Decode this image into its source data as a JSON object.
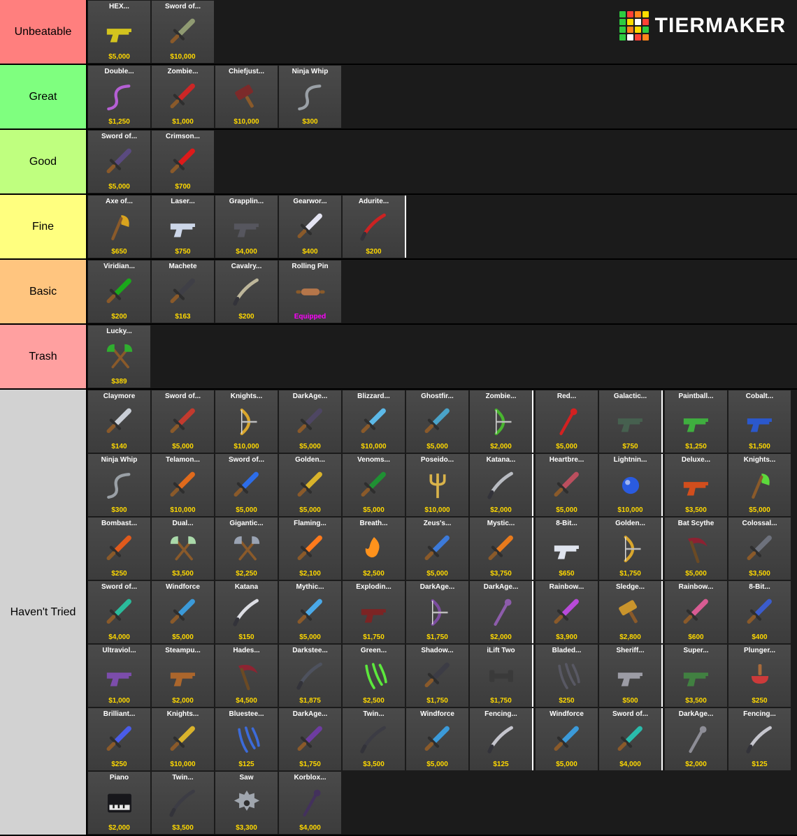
{
  "logo": {
    "text": "TIERMAKER",
    "grid_colors": [
      "#2ecc40",
      "#ff4136",
      "#ff851b",
      "#ffdc00",
      "#2ecc40",
      "#ffdc00",
      "#ffffff",
      "#ff4136",
      "#2ecc40",
      "#ff851b",
      "#ffdc00",
      "#2ecc40",
      "#2ecc40",
      "#ffffff",
      "#ff4136",
      "#ff851b"
    ]
  },
  "colors": {
    "price": "#ffd900",
    "equipped": "#ff00ff",
    "card_bg": "#4a4a4a",
    "row_bg": "#1b1b1b"
  },
  "tiers": [
    {
      "label": "Unbeatable",
      "color": "#ff7f7e",
      "items": [
        {
          "name": "HEX...",
          "price": "$5,000",
          "icon": "gun",
          "color": "#d4c41e"
        },
        {
          "name": "Sword of...",
          "price": "$10,000",
          "icon": "sword",
          "color": "#8f9a72"
        }
      ]
    },
    {
      "label": "Great",
      "color": "#7fff7f",
      "items": [
        {
          "name": "Double...",
          "price": "$1,250",
          "icon": "whip",
          "color": "#b55fd4"
        },
        {
          "name": "Zombie...",
          "price": "$1,000",
          "icon": "sword",
          "color": "#cc2626"
        },
        {
          "name": "Chiefjust...",
          "price": "$10,000",
          "icon": "hammer",
          "color": "#7c2a2a"
        },
        {
          "name": "Ninja Whip",
          "price": "$300",
          "icon": "whip",
          "color": "#9aa0a6"
        }
      ]
    },
    {
      "label": "Good",
      "color": "#bfff7f",
      "items": [
        {
          "name": "Sword of...",
          "price": "$5,000",
          "icon": "sword",
          "color": "#5a4a80"
        },
        {
          "name": "Crimson...",
          "price": "$700",
          "icon": "sword",
          "color": "#dd1a1a"
        }
      ]
    },
    {
      "label": "Fine",
      "color": "#ffff7f",
      "items": [
        {
          "name": "Axe of...",
          "price": "$650",
          "icon": "axe",
          "color": "#d9a41e"
        },
        {
          "name": "Laser...",
          "price": "$750",
          "icon": "gun",
          "color": "#ccd6e8"
        },
        {
          "name": "Grapplin...",
          "price": "$4,000",
          "icon": "gun",
          "color": "#56565e"
        },
        {
          "name": "Gearwor...",
          "price": "$400",
          "icon": "sword",
          "color": "#e4e4f2"
        },
        {
          "name": "Adurite...",
          "price": "$200",
          "icon": "katana",
          "color": "#cc2222",
          "sep": true
        }
      ]
    },
    {
      "label": "Basic",
      "color": "#ffc57f",
      "items": [
        {
          "name": "Viridian...",
          "price": "$200",
          "icon": "sword",
          "color": "#1ba81b"
        },
        {
          "name": "Machete",
          "price": "$163",
          "icon": "sword",
          "color": "#3f3f46"
        },
        {
          "name": "Cavalry...",
          "price": "$200",
          "icon": "katana",
          "color": "#bdb69a"
        },
        {
          "name": "Rolling Pin",
          "price": "Equipped",
          "icon": "rollingpin",
          "color": "#b5764a"
        }
      ]
    },
    {
      "label": "Trash",
      "color": "#ffa0a0",
      "items": [
        {
          "name": "Lucky...",
          "price": "$389",
          "icon": "crossedaxes",
          "color": "#2fae2f"
        }
      ]
    },
    {
      "label": "Haven't Tried",
      "color": "#d2d2d2",
      "items": [
        {
          "name": "Claymore",
          "price": "$140",
          "icon": "sword",
          "color": "#c9ced6"
        },
        {
          "name": "Sword of...",
          "price": "$5,000",
          "icon": "sword",
          "color": "#c23a2e"
        },
        {
          "name": "Knights...",
          "price": "$10,000",
          "icon": "bow",
          "color": "#d9a62c"
        },
        {
          "name": "DarkAge...",
          "price": "$5,000",
          "icon": "sword",
          "color": "#4e4663"
        },
        {
          "name": "Blizzard...",
          "price": "$10,000",
          "icon": "sword",
          "color": "#5cb9e8"
        },
        {
          "name": "Ghostfir...",
          "price": "$5,000",
          "icon": "sword",
          "color": "#4aa3c9"
        },
        {
          "name": "Zombie...",
          "price": "$2,000",
          "icon": "bow",
          "color": "#49b62f",
          "sep": true
        },
        {
          "name": "Red...",
          "price": "$5,000",
          "icon": "staff",
          "color": "#d32121"
        },
        {
          "name": "Galactic...",
          "price": "$750",
          "icon": "gun",
          "color": "#46604f",
          "sep": true
        },
        {
          "name": "Paintball...",
          "price": "$1,250",
          "icon": "gun",
          "color": "#3fae3f"
        },
        {
          "name": "Cobalt...",
          "price": "$1,500",
          "icon": "gun",
          "color": "#2b58cc"
        },
        {
          "name": "Ninja Whip",
          "price": "$300",
          "icon": "whip",
          "color": "#9aa0a6"
        },
        {
          "name": "Telamon...",
          "price": "$10,000",
          "icon": "sword",
          "color": "#e06a1c"
        },
        {
          "name": "Sword of...",
          "price": "$5,000",
          "icon": "sword",
          "color": "#2d6de8"
        },
        {
          "name": "Golden...",
          "price": "$5,000",
          "icon": "sword",
          "color": "#d9b32a"
        },
        {
          "name": "Venoms...",
          "price": "$5,000",
          "icon": "sword",
          "color": "#1f9033"
        },
        {
          "name": "Poseido...",
          "price": "$10,000",
          "icon": "trident",
          "color": "#d9b34a"
        },
        {
          "name": "Katana...",
          "price": "$2,000",
          "icon": "katana",
          "color": "#b9bcc2",
          "sep": true
        },
        {
          "name": "Heartbre...",
          "price": "$5,000",
          "icon": "sword",
          "color": "#bb4f5e"
        },
        {
          "name": "Lightnin...",
          "price": "$10,000",
          "icon": "orb",
          "color": "#2a5be0",
          "sep": true
        },
        {
          "name": "Deluxe...",
          "price": "$3,500",
          "icon": "gun",
          "color": "#d14e1d"
        },
        {
          "name": "Knights...",
          "price": "$5,000",
          "icon": "axe",
          "color": "#5cd93c"
        },
        {
          "name": "Bombast...",
          "price": "$250",
          "icon": "sword",
          "color": "#e05a1c"
        },
        {
          "name": "Dual...",
          "price": "$3,500",
          "icon": "crossedaxes",
          "color": "#aad9aa"
        },
        {
          "name": "Gigantic...",
          "price": "$2,250",
          "icon": "crossedaxes",
          "color": "#9aa3b3"
        },
        {
          "name": "Flaming...",
          "price": "$2,100",
          "icon": "sword",
          "color": "#ff7a1c"
        },
        {
          "name": "Breath...",
          "price": "$2,500",
          "icon": "flame",
          "color": "#ff921c"
        },
        {
          "name": "Zeus's...",
          "price": "$5,000",
          "icon": "sword",
          "color": "#3c7ad9"
        },
        {
          "name": "Mystic...",
          "price": "$3,750",
          "icon": "sword",
          "color": "#e87a1c",
          "sep": true
        },
        {
          "name": "8-Bit...",
          "price": "$650",
          "icon": "gun",
          "color": "#dfe4ee"
        },
        {
          "name": "Golden...",
          "price": "$1,750",
          "icon": "bow",
          "color": "#d9a62c",
          "sep": true
        },
        {
          "name": "Bat Scythe",
          "price": "$5,000",
          "icon": "scythe",
          "color": "#8c2232"
        },
        {
          "name": "Colossal...",
          "price": "$3,500",
          "icon": "sword",
          "color": "#6d717c"
        },
        {
          "name": "Sword of...",
          "price": "$4,000",
          "icon": "sword",
          "color": "#2abb9b"
        },
        {
          "name": "Windforce",
          "price": "$5,000",
          "icon": "sword",
          "color": "#3b9ad9"
        },
        {
          "name": "Katana",
          "price": "$150",
          "icon": "katana",
          "color": "#dcdde3"
        },
        {
          "name": "Mythic...",
          "price": "$5,000",
          "icon": "sword",
          "color": "#4aa9e8"
        },
        {
          "name": "Explodin...",
          "price": "$1,750",
          "icon": "gun",
          "color": "#7c2424"
        },
        {
          "name": "DarkAge...",
          "price": "$1,750",
          "icon": "bow",
          "color": "#7c4da0"
        },
        {
          "name": "DarkAge...",
          "price": "$2,000",
          "icon": "staff",
          "color": "#8d5cab",
          "sep": true
        },
        {
          "name": "Rainbow...",
          "price": "$3,900",
          "icon": "sword",
          "color": "#b84ad9"
        },
        {
          "name": "Sledge...",
          "price": "$2,800",
          "icon": "hammer",
          "color": "#c9942c",
          "sep": true
        },
        {
          "name": "Rainbow...",
          "price": "$600",
          "icon": "sword",
          "color": "#d95c93"
        },
        {
          "name": "8-Bit...",
          "price": "$400",
          "icon": "sword",
          "color": "#3b5ccc"
        },
        {
          "name": "Ultraviol...",
          "price": "$1,000",
          "icon": "gun",
          "color": "#7c4dab"
        },
        {
          "name": "Steampu...",
          "price": "$2,000",
          "icon": "gun",
          "color": "#ab662c"
        },
        {
          "name": "Hades...",
          "price": "$4,500",
          "icon": "scythe",
          "color": "#8c2432"
        },
        {
          "name": "Darkstee...",
          "price": "$1,875",
          "icon": "katana",
          "color": "#4e525e"
        },
        {
          "name": "Green...",
          "price": "$2,500",
          "icon": "claw",
          "color": "#5ce83c"
        },
        {
          "name": "Shadow...",
          "price": "$1,750",
          "icon": "sword",
          "color": "#3c3c45"
        },
        {
          "name": "iLift Two",
          "price": "$1,750",
          "icon": "dumbbell",
          "color": "#3a3a3a",
          "sep": true
        },
        {
          "name": "Bladed...",
          "price": "$250",
          "icon": "claw",
          "color": "#585863"
        },
        {
          "name": "Sheriff...",
          "price": "$500",
          "icon": "gun",
          "color": "#9c9ca5",
          "sep": true
        },
        {
          "name": "Super...",
          "price": "$3,500",
          "icon": "gun",
          "color": "#418041"
        },
        {
          "name": "Plunger...",
          "price": "$250",
          "icon": "plunger",
          "color": "#cc3a3a"
        },
        {
          "name": "Brilliant...",
          "price": "$250",
          "icon": "sword",
          "color": "#4a5ce8"
        },
        {
          "name": "Knights...",
          "price": "$10,000",
          "icon": "sword",
          "color": "#d9b32c"
        },
        {
          "name": "Bluestee...",
          "price": "$125",
          "icon": "claw",
          "color": "#3c6bd9"
        },
        {
          "name": "DarkAge...",
          "price": "$1,750",
          "icon": "sword",
          "color": "#6d3ca0"
        },
        {
          "name": "Twin...",
          "price": "$3,500",
          "icon": "katana",
          "color": "#3c3c44"
        },
        {
          "name": "Windforce",
          "price": "$5,000",
          "icon": "sword",
          "color": "#3b9ad9"
        },
        {
          "name": "Fencing...",
          "price": "$125",
          "icon": "katana",
          "color": "#c5c5cd",
          "sep": true
        },
        {
          "name": "Windforce",
          "price": "$5,000",
          "icon": "sword",
          "color": "#3b9ad9"
        },
        {
          "name": "Sword of...",
          "price": "$4,000",
          "icon": "sword",
          "color": "#2abbab",
          "sep": true
        },
        {
          "name": "DarkAge...",
          "price": "$2,000",
          "icon": "staff",
          "color": "#8d8d96"
        },
        {
          "name": "Fencing...",
          "price": "$125",
          "icon": "katana",
          "color": "#c5c5cd"
        },
        {
          "name": "Piano",
          "price": "$2,000",
          "icon": "piano",
          "color": "#17171b"
        },
        {
          "name": "Twin...",
          "price": "$3,500",
          "icon": "katana",
          "color": "#3c3c44"
        },
        {
          "name": "Saw",
          "price": "$3,300",
          "icon": "saw",
          "color": "#a0a6ae"
        },
        {
          "name": "Korblox...",
          "price": "$4,000",
          "icon": "staff",
          "color": "#43315c"
        }
      ]
    }
  ]
}
